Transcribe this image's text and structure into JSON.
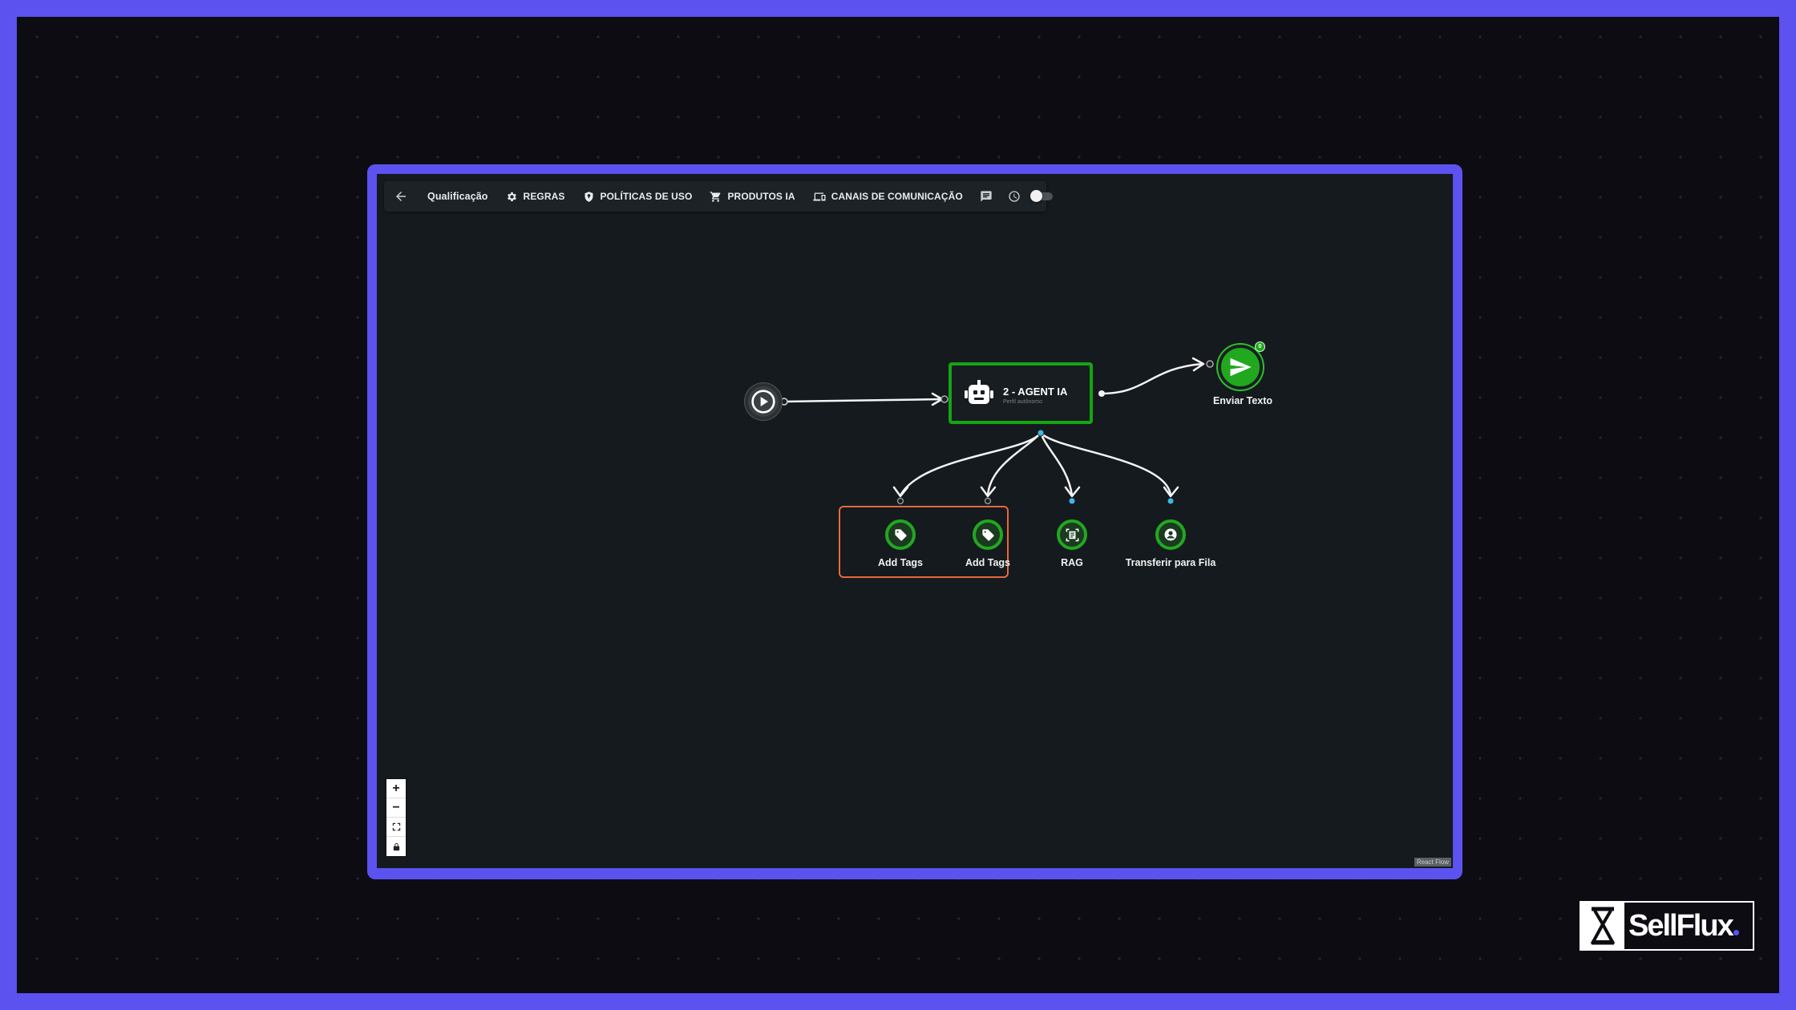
{
  "toolbar": {
    "flow_name": "Qualificação",
    "rules": "REGRAS",
    "policies": "POLÍTICAS DE USO",
    "products": "PRODUTOS IA",
    "channels": "CANAIS DE COMUNICAÇÃO",
    "toggle_on": false
  },
  "nodes": {
    "agent": {
      "title": "2 - AGENT IA",
      "subtitle": "Perfil autônomo"
    },
    "send_text": {
      "label": "Enviar Texto",
      "badge": "0"
    },
    "add_tags_1": {
      "label": "Add Tags"
    },
    "add_tags_2": {
      "label": "Add Tags"
    },
    "rag": {
      "label": "RAG"
    },
    "transfer": {
      "label": "Transferir para Fila"
    }
  },
  "controls": {
    "zoom_in": "+",
    "zoom_out": "−"
  },
  "attribution": "React Flow",
  "brand": {
    "name": "SellFlux"
  },
  "colors": {
    "accent": "#5b52f0",
    "node_green": "#21a81f",
    "group_orange": "#e8683a",
    "handle_blue": "#3fb8e6"
  }
}
